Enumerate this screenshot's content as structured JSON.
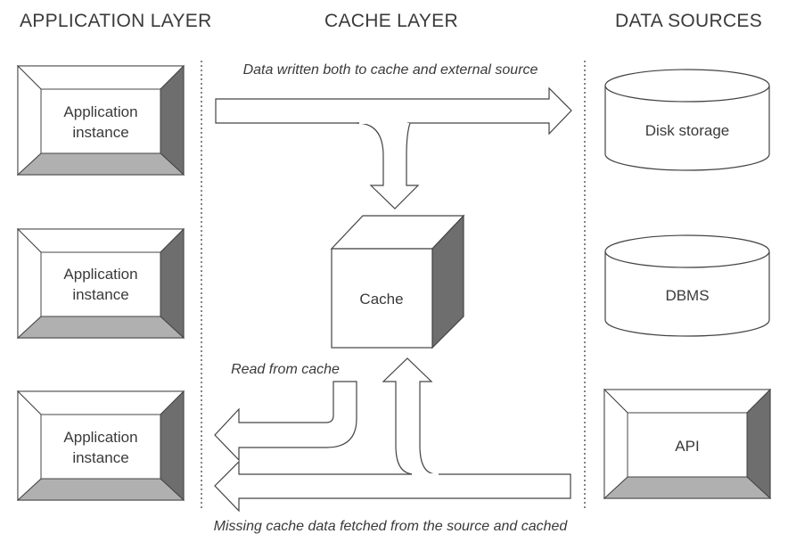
{
  "headers": {
    "application_layer": "APPLICATION LAYER",
    "cache_layer": "CACHE LAYER",
    "data_sources": "DATA SOURCES"
  },
  "app_instances": [
    {
      "line1": "Application",
      "line2": "instance"
    },
    {
      "line1": "Application",
      "line2": "instance"
    },
    {
      "line1": "Application",
      "line2": "instance"
    }
  ],
  "cache": {
    "label": "Cache"
  },
  "sources": {
    "disk": "Disk storage",
    "dbms": "DBMS",
    "api": "API"
  },
  "captions": {
    "write": "Data written both to cache and external source",
    "read": "Read from cache",
    "missing": "Missing cache data fetched from the source and cached"
  }
}
